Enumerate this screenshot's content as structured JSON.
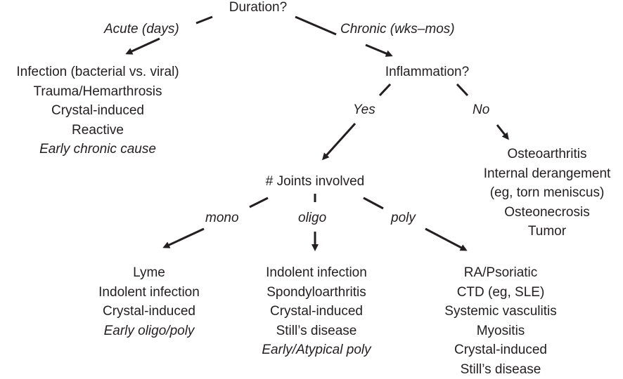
{
  "diagram": {
    "root": "Duration?",
    "acute_label": "Acute (days)",
    "chronic_label": "Chronic (wks–mos)",
    "acute_causes": [
      {
        "text": "Infection (bacterial vs. viral)",
        "italic": false
      },
      {
        "text": "Trauma/Hemarthrosis",
        "italic": false
      },
      {
        "text": "Crystal-induced",
        "italic": false
      },
      {
        "text": "Reactive",
        "italic": false
      },
      {
        "text": "Early chronic cause",
        "italic": true
      }
    ],
    "inflammation": "Inflammation?",
    "yes_label": "Yes",
    "no_label": "No",
    "non_inflammatory": [
      {
        "text": "Osteoarthritis",
        "italic": false
      },
      {
        "text": "Internal derangement",
        "italic": false
      },
      {
        "text": "(eg, torn meniscus)",
        "italic": false
      },
      {
        "text": "Osteonecrosis",
        "italic": false
      },
      {
        "text": "Tumor",
        "italic": false
      }
    ],
    "joints": "# Joints involved",
    "mono_label": "mono",
    "oligo_label": "oligo",
    "poly_label": "poly",
    "mono_causes": [
      {
        "text": "Lyme",
        "italic": false
      },
      {
        "text": "Indolent infection",
        "italic": false
      },
      {
        "text": "Crystal-induced",
        "italic": false
      },
      {
        "text": "Early oligo/poly",
        "italic": true
      }
    ],
    "oligo_causes": [
      {
        "text": "Indolent infection",
        "italic": false
      },
      {
        "text": "Spondyloarthritis",
        "italic": false
      },
      {
        "text": "Crystal-induced",
        "italic": false
      },
      {
        "text": "Still’s disease",
        "italic": false
      },
      {
        "text": "Early/Atypical poly",
        "italic": true
      }
    ],
    "poly_causes": [
      {
        "text": "RA/Psoriatic",
        "italic": false
      },
      {
        "text": "CTD (eg, SLE)",
        "italic": false
      },
      {
        "text": "Systemic vasculitis",
        "italic": false
      },
      {
        "text": "Myositis",
        "italic": false
      },
      {
        "text": "Crystal-induced",
        "italic": false
      },
      {
        "text": "Still’s disease",
        "italic": false
      }
    ]
  }
}
